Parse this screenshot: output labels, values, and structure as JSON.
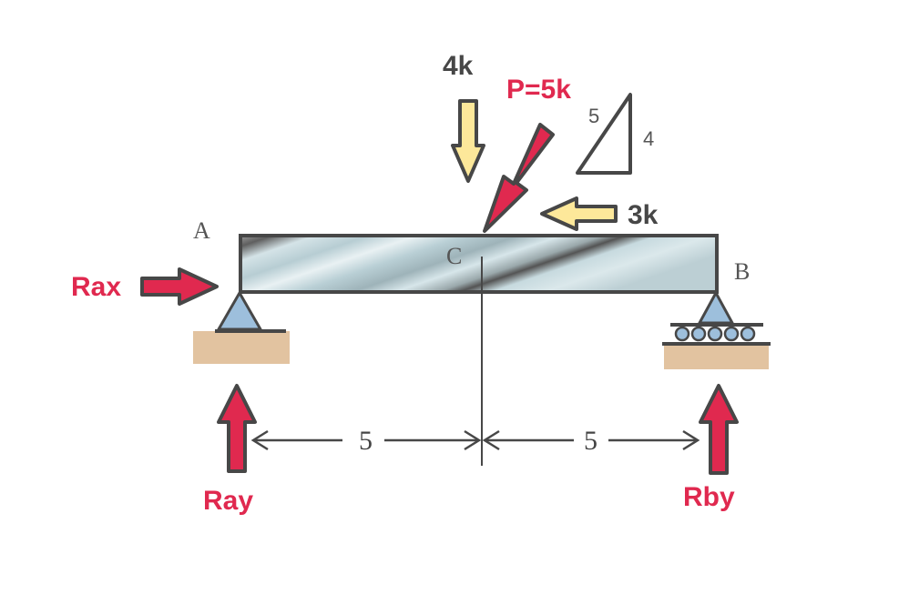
{
  "colors": {
    "reaction": "#e0294f",
    "load": "#fde89a",
    "outline": "#474747",
    "support": "#9dbfdc",
    "ground": "#e2c3a0",
    "beam_light": "#c9dde2",
    "beam_dark": "#6f6f6f",
    "dim_text": "#444444"
  },
  "beam": {
    "point_a": "A",
    "point_b": "B",
    "point_c": "C"
  },
  "loads": {
    "vertical": "4k",
    "inclined": "P=5k",
    "horizontal": "3k"
  },
  "slope_triangle": {
    "hypotenuse": "5",
    "rise": "4"
  },
  "reactions": {
    "ax": "Rax",
    "ay": "Ray",
    "by": "Rby"
  },
  "dimensions": {
    "left_span": "5",
    "right_span": "5"
  },
  "supports": {
    "a": "pin-support-icon",
    "b": "roller-support-icon"
  }
}
